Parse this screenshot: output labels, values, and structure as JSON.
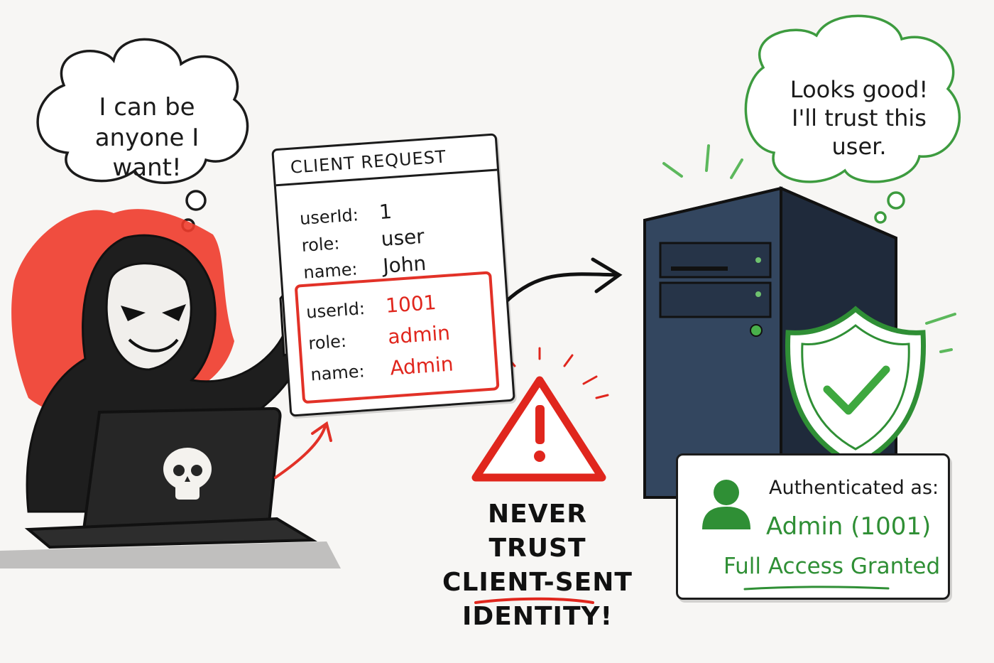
{
  "hacker_thought": {
    "line1": "I can be",
    "line2": "anyone I want!"
  },
  "server_thought": {
    "line1": "Looks good!",
    "line2": "I'll trust this",
    "line3": "user."
  },
  "client_request": {
    "title": "CLIENT REQUEST",
    "original": [
      {
        "key": "userId:",
        "value": "1"
      },
      {
        "key": "role:",
        "value": "user"
      },
      {
        "key": "name:",
        "value": "John"
      }
    ],
    "forged": [
      {
        "key": "userId:",
        "value": "1001"
      },
      {
        "key": "role:",
        "value": "admin"
      },
      {
        "key": "name:",
        "value": "Admin"
      }
    ]
  },
  "warning": {
    "line1": "NEVER TRUST",
    "line2": "CLIENT-SENT",
    "line3": "IDENTITY!"
  },
  "auth_card": {
    "label": "Authenticated as:",
    "user": "Admin (1001)",
    "status": "Full Access Granted"
  },
  "icons": [
    "thought-bubble-icon",
    "hacker-icon",
    "laptop-icon",
    "skull-icon",
    "arrow-icon",
    "warning-icon",
    "server-icon",
    "shield-check-icon",
    "user-icon"
  ],
  "colors": {
    "danger": "#e0261d",
    "success": "#2f8f35",
    "ink": "#1b1b1b",
    "server": "#2e3c52"
  }
}
